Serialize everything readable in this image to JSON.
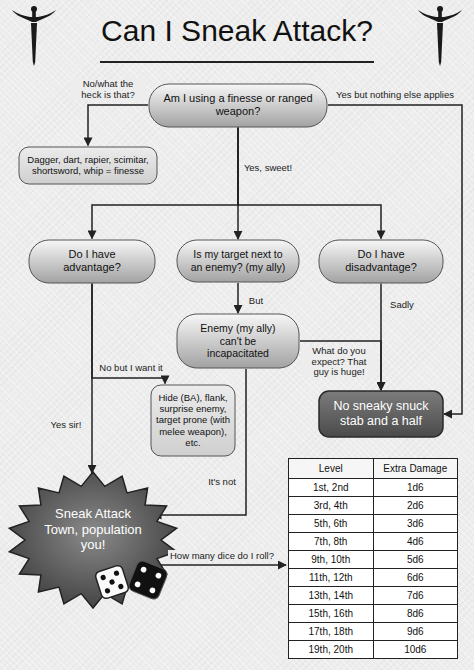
{
  "diagram": {
    "title": "Can I Sneak Attack?",
    "nodes": [
      {
        "text": [
          "Am I using a finesse or ranged weapon?"
        ]
      },
      {
        "text": [
          "Dagger, dart, rapier, scimitar, shortsword, whip = finesse"
        ]
      },
      {
        "text": [
          "Do I have advantage?"
        ]
      },
      {
        "text": [
          "Is my target next to an enemy? (my ally)"
        ]
      },
      {
        "text": [
          "Do I have disadvantage?"
        ]
      },
      {
        "text": [
          "Enemy (my ally) can't be incapacitated"
        ]
      },
      {
        "text": [
          "Hide (BA), flank, surprise enemy, target prone (with melee weapon), etc."
        ]
      },
      {
        "text": [
          "No sneaky snuck stab and a half"
        ]
      },
      {
        "text": [
          "Sneak Attack Town, population you!"
        ]
      }
    ],
    "edges": [
      {
        "from": 0,
        "to": 1,
        "label": "No/what the heck is that?",
        "arrow": "to"
      },
      {
        "from": 0,
        "to": 7,
        "label": "Yes but nothing else applies",
        "arrow": "to"
      },
      {
        "from": 0,
        "to": 2,
        "arrow": "to"
      },
      {
        "from": 0,
        "to": 3,
        "label": "Yes, sweet!",
        "arrow": "to"
      },
      {
        "from": 0,
        "to": 4,
        "arrow": "to"
      },
      {
        "from": 3,
        "to": 5,
        "label": "But",
        "arrow": "to"
      },
      {
        "from": 5,
        "to": 7,
        "label": "What do you expect? That guy is huge!",
        "arrow": "to"
      },
      {
        "from": 4,
        "to": 7,
        "label": "Sadly",
        "arrow": "to"
      },
      {
        "from": 2,
        "to": 6,
        "label": "No but I want it",
        "arrow": "to"
      },
      {
        "from": 2,
        "to": 8,
        "label": "Yes sir!",
        "arrow": "to"
      },
      {
        "from": 5,
        "to": 8,
        "label": "It's not",
        "arrow": "to"
      }
    ],
    "labels": [
      "How many dice do I roll?",
      "Level",
      "Extra Damage",
      "1st, 2nd",
      "1d6",
      "3rd, 4th",
      "2d6",
      "5th, 6th",
      "3d6",
      "7th, 8th",
      "4d6",
      "9th, 10th",
      "5d6",
      "11th, 12th",
      "6d6",
      "13th, 14th",
      "7d6",
      "15th, 16th",
      "8d6",
      "17th, 18th",
      "9d6",
      "19th, 20th",
      "10d6"
    ]
  }
}
